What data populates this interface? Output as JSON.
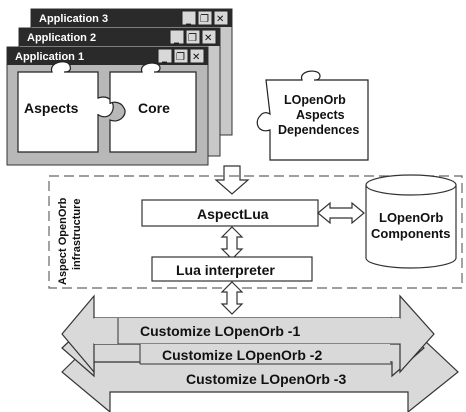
{
  "windows": [
    {
      "title": "Application 3"
    },
    {
      "title": "Application 2"
    },
    {
      "title": "Application 1"
    }
  ],
  "window_buttons": {
    "minimize": "_",
    "maximize": "❐",
    "close": "✕"
  },
  "puzzle": {
    "left_label": "Aspects",
    "right_label": "Core"
  },
  "dependencies": [
    "LOpenOrb",
    "Aspects",
    "Dependences"
  ],
  "infrastructure": [
    "Aspect OpenOrb",
    "infrastructure"
  ],
  "aspectlua": "AspectLua",
  "lua_interpreter": "Lua interpreter",
  "components": [
    "LOpenOrb",
    "Components"
  ],
  "customize": [
    "Customize LOpenOrb -1",
    "Customize LOpenOrb -2",
    "Customize LOpenOrb -3"
  ],
  "colors": {
    "title_bar": "#2a2a2a",
    "window_bg": "#c8c8c8",
    "puzzle": "#ffffff",
    "box_fill": "#ffffff",
    "arrow_fill": "#d9d9d9",
    "dashed": "#666666"
  }
}
